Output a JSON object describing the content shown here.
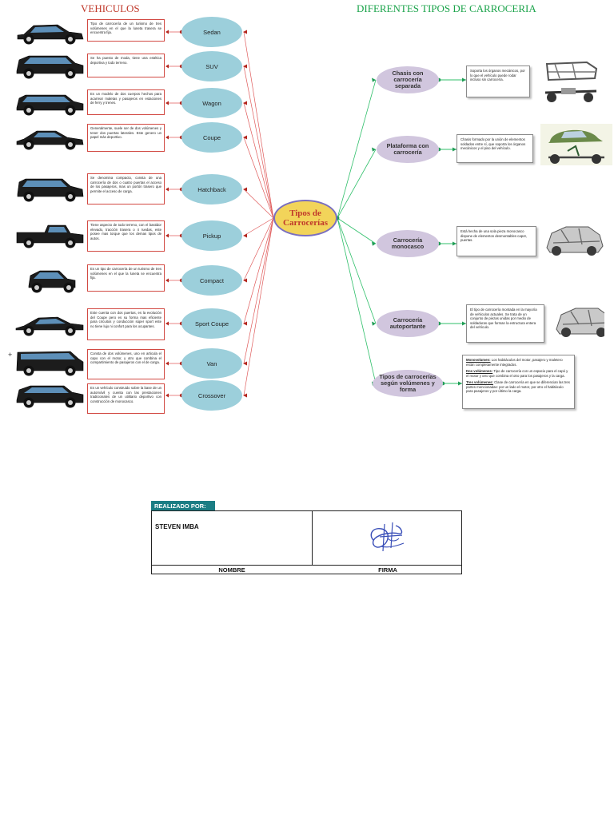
{
  "headings": {
    "left": "VEHICULOS",
    "right": "DIFERENTES TIPOS DE CARROCERIA"
  },
  "center": {
    "label": "Tipos de\nCarrocerías"
  },
  "vehicles": [
    {
      "name": "Sedan",
      "desc": "Tipo de carrocería de un turismo de tres volúmenes en el que la luneta trasera se encuentra fija."
    },
    {
      "name": "SUV",
      "desc": "Se ha puesto de moda, tiene una estética deportiva y todo terreno."
    },
    {
      "name": "Wagon",
      "desc": "Es un modelo de dos cuerpos hechos para acarrear maletas y pasajeros en estaciones de ferry y trenes."
    },
    {
      "name": "Coupe",
      "desc": "Generalmente, suele ser de dos volúmenes y tener dos puertas laterales. Este genero un papel más deportivo."
    },
    {
      "name": "Hatchback",
      "desc": "Se denomina compacto, consta de una carrocería de dos o cuatro puertas el acceso de los pasajeros, mas un portón trasero que permite el acceso de carga."
    },
    {
      "name": "Pickup",
      "desc": "Tiene aspecto de todo terreno, con el bastidor elevado, tracción trasera o 4 ruedas, este posee mas torque que los demas tipos de autos."
    },
    {
      "name": "Compact",
      "desc": "Es un tipo de carrocería de un turismo de tres volúmenes en el que la luneta se encuentra fija."
    },
    {
      "name": "Sport Coupe",
      "desc": "Este cuenta con dos puertas, es la evolución del Coupe pero es su forma mas eficiente para circuitos y conducción súper sport este no tiene lujo ni confort para los ocupantes."
    },
    {
      "name": "Van",
      "desc": "Consta de dos volúmenes, uno en articula el capo con el motor, y otro que combina el compartimiento de pasajeros con el de carga."
    },
    {
      "name": "Crossover",
      "desc": "Es un vehículo construido sobre la base de un automóvil y cuenta con las prestaciones tradicionales de un utilitario deportivo con construcción de monocasco."
    }
  ],
  "body_types": [
    {
      "name": "Chasis con\ncarrocería\nseparada",
      "desc": "Soporta los órganos mecánicos, por lo que el vehículo puede rodar incluso sin carrocería."
    },
    {
      "name": "Plataforma con\ncarrocería",
      "desc": "Chasis formado por la unión de elementos soldados entre sí, que soporta los órganos mecánicos y el piso del vehículo."
    },
    {
      "name": "Carrocería\nmonocasco",
      "desc": "Está hecha de una sola pieza monocasco dispone de elementos desmontables capot, puertas."
    },
    {
      "name": "Carrocería\nautoportante",
      "desc": "El tipo de carrocería montada en la mayoría de vehículos actuales. Se trata de un conjunto de piezas unidas por medio de soldaduras que forman la estructura entera del vehículo."
    },
    {
      "name": "Tipos de carrocerías\nsegún volúmenes y\nforma",
      "volumes": [
        {
          "term": "Monovolumen:",
          "text": "Los habitáculos del motor, pasajero y maletero están completamente integrados."
        },
        {
          "term": "Dos volúmenes:",
          "text": "Tipo de carrocería con un espacio para el capó y el motor y otro que combina el otro para los pasajeros y la carga."
        },
        {
          "term": "Tres volúmenes:",
          "text": "Clase de carrocería en que se diferencian las tres partes mencionadas: por un lado el motor, por otro el habitáculo para pasajeros y por último la carga."
        }
      ]
    }
  ],
  "marker": "+",
  "signature_block": {
    "header": "REALIZADO POR:",
    "name": "STEVEN IMBA",
    "col_name": "NOMBRE",
    "col_signature": "FIRMA"
  },
  "colors": {
    "left_links": "#e05a5a",
    "right_links": "#2fbf6a",
    "type_node": "#9ccfdb",
    "body_node": "#d1c6de",
    "center_node": "#f2d45a"
  }
}
